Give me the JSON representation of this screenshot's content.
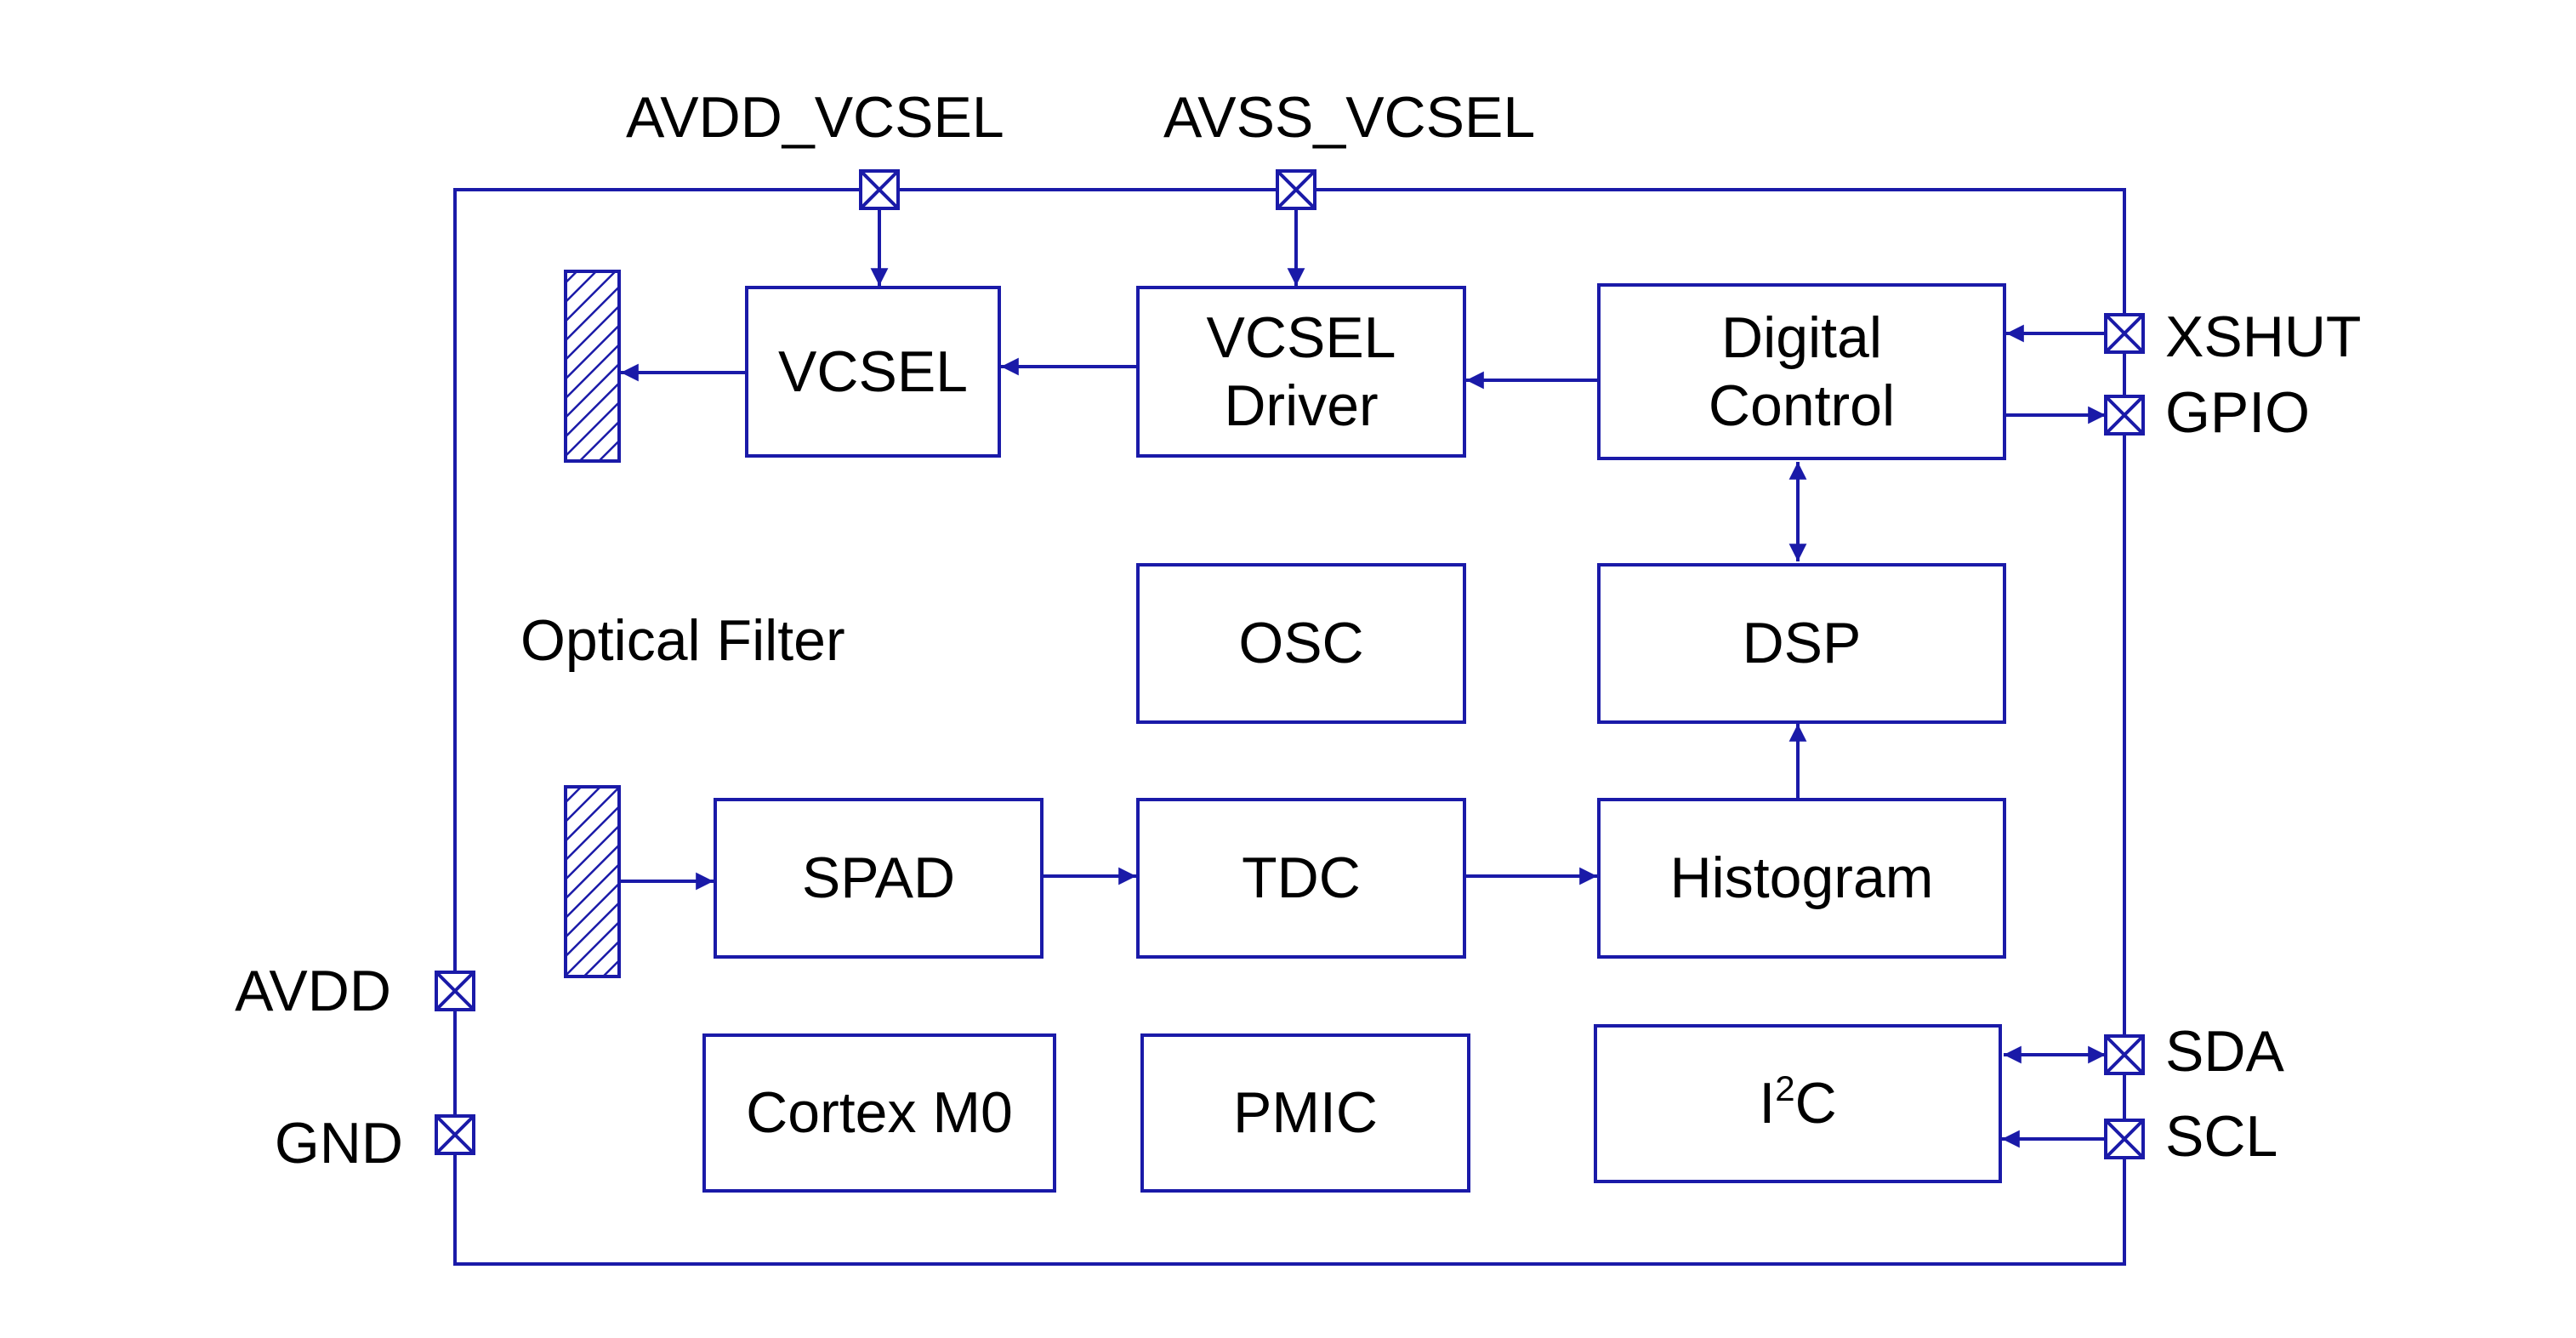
{
  "colors": {
    "line": "#1a1aa8",
    "text": "#000000",
    "background": "#ffffff"
  },
  "pins": {
    "avdd_vcsel": "AVDD_VCSEL",
    "avss_vcsel": "AVSS_VCSEL",
    "xshut": "XSHUT",
    "gpio": "GPIO",
    "avdd": "AVDD",
    "gnd": "GND",
    "sda": "SDA",
    "scl": "SCL"
  },
  "blocks": {
    "vcsel": "VCSEL",
    "vcsel_driver_line1": "VCSEL",
    "vcsel_driver_line2": "Driver",
    "digital_control_line1": "Digital",
    "digital_control_line2": "Control",
    "osc": "OSC",
    "dsp": "DSP",
    "spad": "SPAD",
    "tdc": "TDC",
    "histogram": "Histogram",
    "cortex_m0": "Cortex M0",
    "pmic": "PMIC",
    "i2c_base": "I",
    "i2c_sup": "2",
    "i2c_tail": "C"
  },
  "annotations": {
    "optical_filter": "Optical Filter"
  }
}
